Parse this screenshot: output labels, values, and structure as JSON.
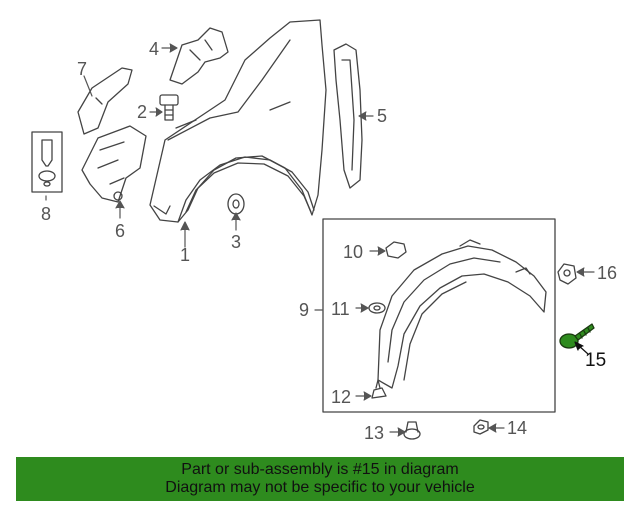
{
  "diagram": {
    "callouts": [
      {
        "id": "1",
        "label": "1"
      },
      {
        "id": "2",
        "label": "2"
      },
      {
        "id": "3",
        "label": "3"
      },
      {
        "id": "4",
        "label": "4"
      },
      {
        "id": "5",
        "label": "5"
      },
      {
        "id": "6",
        "label": "6"
      },
      {
        "id": "7",
        "label": "7"
      },
      {
        "id": "8",
        "label": "8"
      },
      {
        "id": "9",
        "label": "9"
      },
      {
        "id": "10",
        "label": "10"
      },
      {
        "id": "11",
        "label": "11"
      },
      {
        "id": "12",
        "label": "12"
      },
      {
        "id": "13",
        "label": "13"
      },
      {
        "id": "14",
        "label": "14"
      },
      {
        "id": "15",
        "label": "15"
      },
      {
        "id": "16",
        "label": "16"
      }
    ],
    "highlighted_part": "15",
    "highlight_color": "#2e8b1e"
  },
  "banner": {
    "line1": "Part or sub-assembly is #15 in diagram",
    "line2": "Diagram may not be specific to your vehicle",
    "background": "#2e8b1e"
  }
}
